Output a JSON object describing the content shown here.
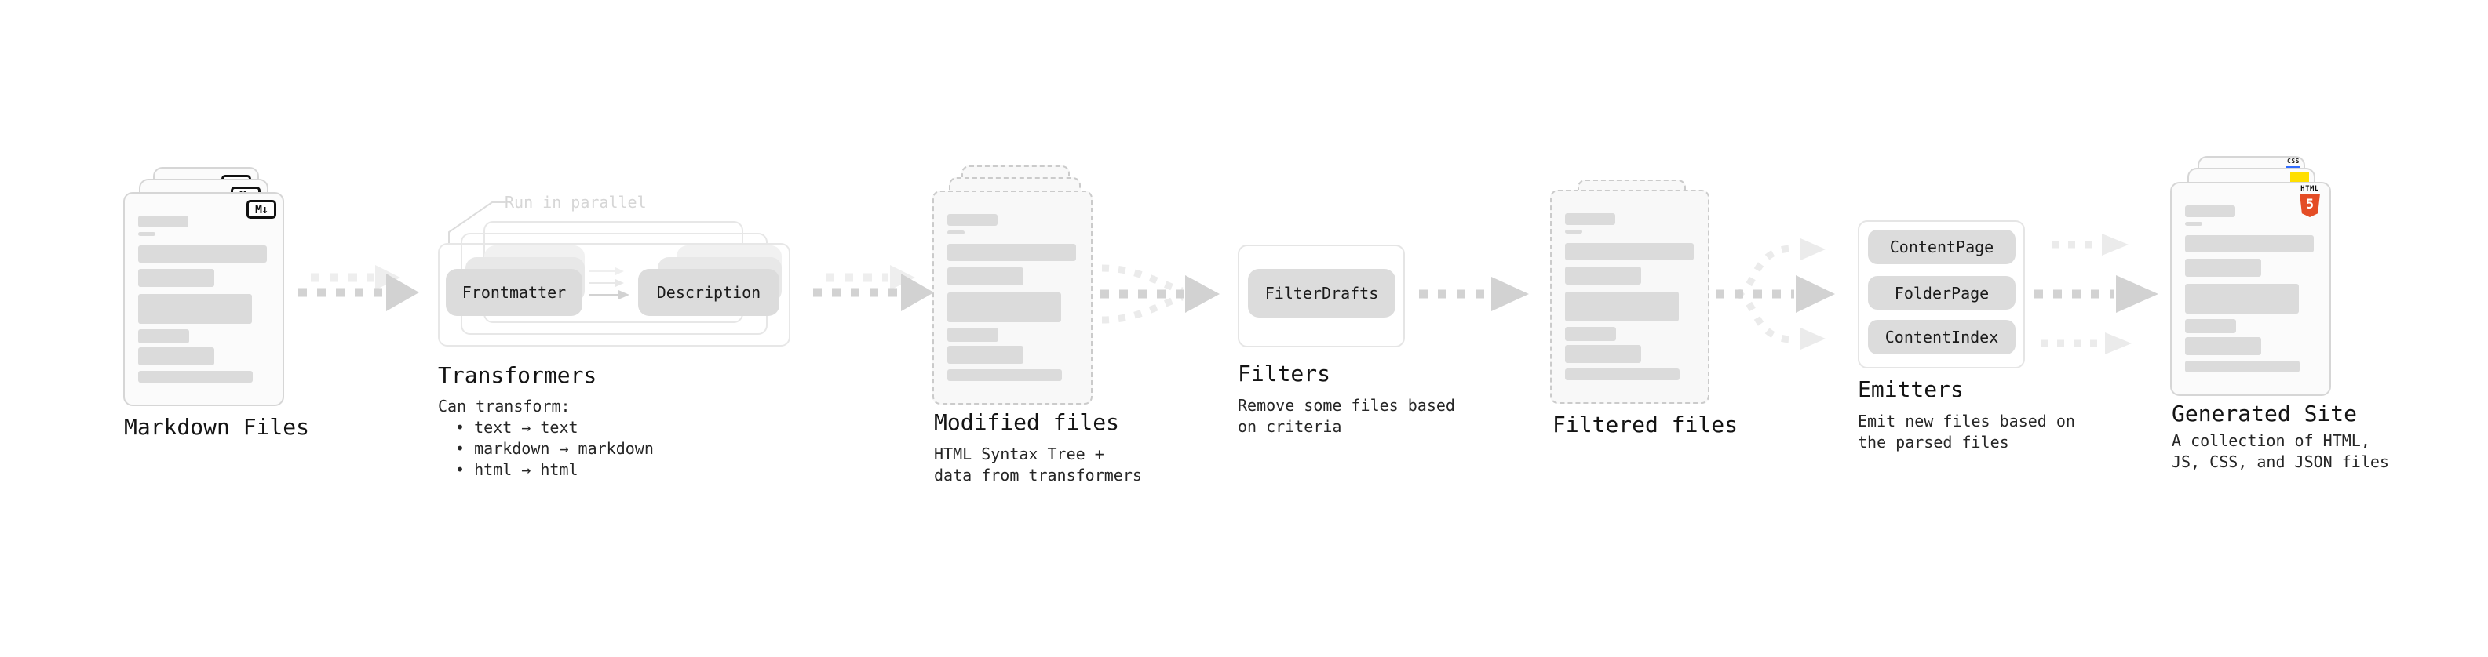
{
  "diagram": {
    "stages": {
      "markdown_files": {
        "title": "Markdown Files",
        "badge_label": "M↓"
      },
      "transformers": {
        "annotation": "Run in parallel",
        "node_a": "Frontmatter",
        "node_b": "Description",
        "title": "Transformers",
        "desc_heading": "Can transform:",
        "bullets": [
          "• text → text",
          "• markdown → markdown",
          "• html → html"
        ]
      },
      "modified_files": {
        "title": "Modified files",
        "desc_lines": [
          "HTML Syntax Tree +",
          "data from transformers"
        ]
      },
      "filters": {
        "node": "FilterDrafts",
        "title": "Filters",
        "desc_lines": [
          "Remove some files based",
          "on criteria"
        ]
      },
      "filtered_files": {
        "title": "Filtered files"
      },
      "emitters": {
        "nodes": [
          "ContentPage",
          "FolderPage",
          "ContentIndex"
        ],
        "title": "Emitters",
        "desc_lines": [
          "Emit new files based on",
          "the parsed files"
        ]
      },
      "generated_site": {
        "title": "Generated Site",
        "desc_lines": [
          "A collection of HTML,",
          "JS, CSS, and JSON files"
        ],
        "badge_css": "CSS",
        "badge_html_label": "HTML",
        "badge_html_number": "5"
      }
    },
    "colors": {
      "arrow_dark": "#d2d2d2",
      "arrow_light": "#ebebeb",
      "node_fill": "#dcdcdc",
      "doc_line": "#dbdbdb",
      "html5_orange": "#e44d26",
      "js_yellow": "#ffdf00",
      "css_blue": "#2f6bff",
      "annotation_gray": "#d6d6d6"
    }
  }
}
